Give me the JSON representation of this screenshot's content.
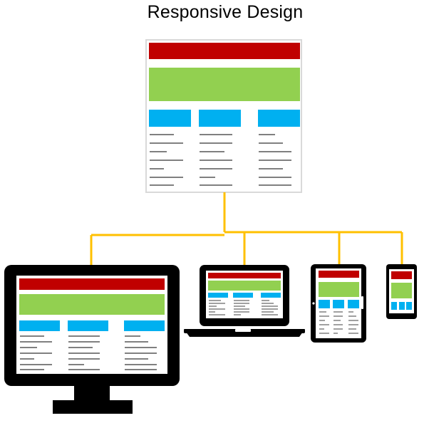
{
  "title": "Responsive Design",
  "colors": {
    "header": "#c00000",
    "hero": "#92d050",
    "column": "#00b0f0",
    "text_line": "#808080",
    "connector": "#ffc000",
    "device": "#000000",
    "page_border": "#d9d9d9",
    "background": "#ffffff"
  },
  "devices": [
    {
      "name": "desktop-monitor",
      "icon": "monitor-icon"
    },
    {
      "name": "laptop",
      "icon": "laptop-icon"
    },
    {
      "name": "tablet",
      "icon": "tablet-icon"
    },
    {
      "name": "phone",
      "icon": "phone-icon"
    }
  ]
}
